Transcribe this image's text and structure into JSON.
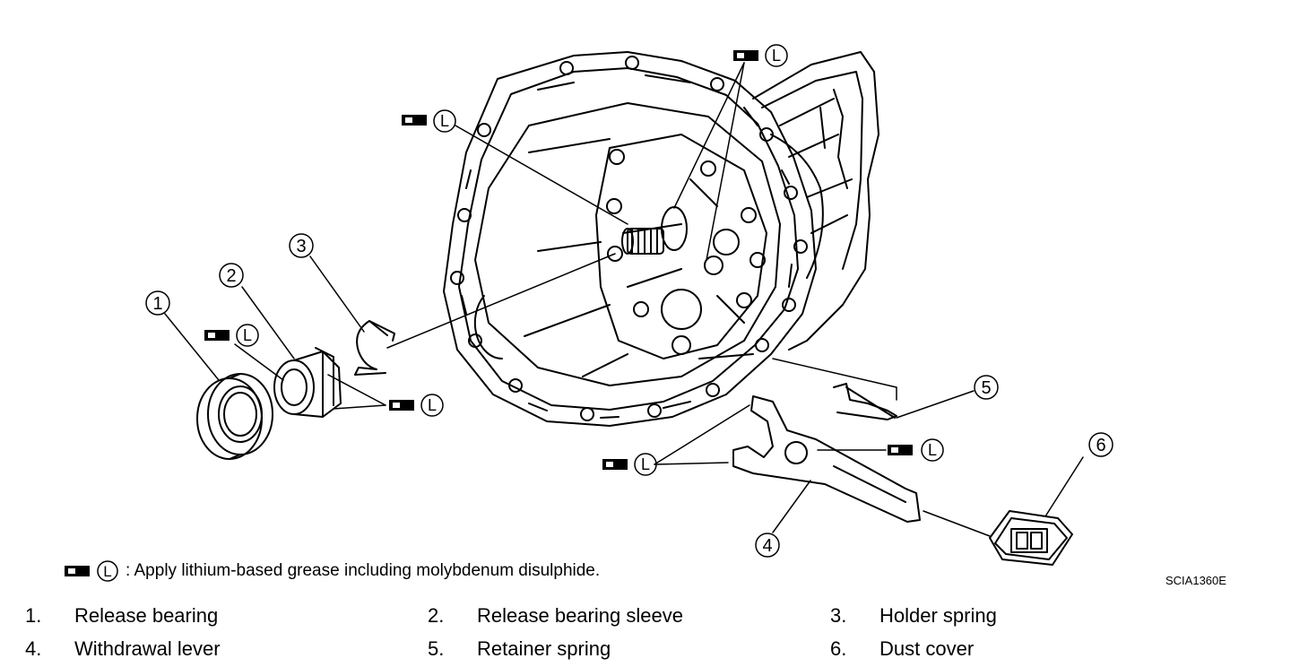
{
  "callouts": [
    "1",
    "2",
    "3",
    "4",
    "5",
    "6"
  ],
  "grease_symbol_letter": "L",
  "note": {
    "text": ": Apply lithium-based grease including molybdenum disulphide."
  },
  "reference_code": "SCIA1360E",
  "legend": [
    {
      "num": "1.",
      "label": "Release bearing"
    },
    {
      "num": "2.",
      "label": "Release bearing sleeve"
    },
    {
      "num": "3.",
      "label": "Holder spring"
    },
    {
      "num": "4.",
      "label": "Withdrawal lever"
    },
    {
      "num": "5.",
      "label": "Retainer spring"
    },
    {
      "num": "6.",
      "label": "Dust cover"
    }
  ]
}
